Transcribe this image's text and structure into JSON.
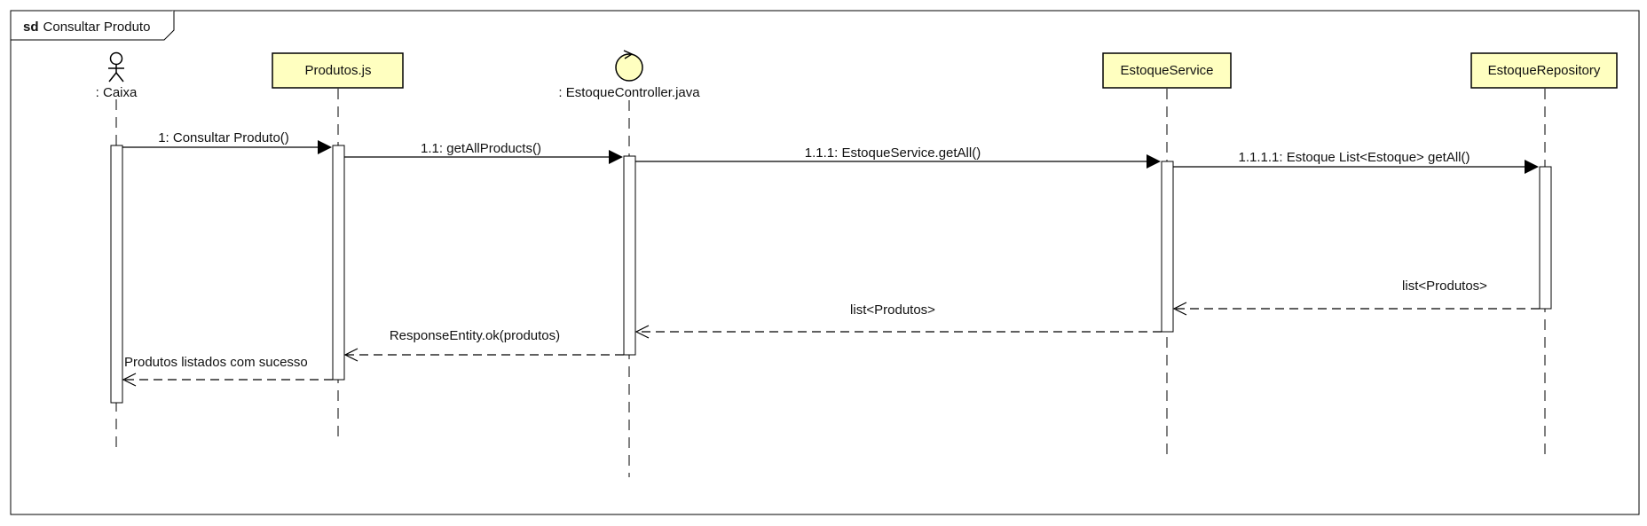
{
  "frame": {
    "kind": "sd",
    "title": "Consultar Produto"
  },
  "participants": [
    {
      "id": "caixa",
      "type": "actor",
      "label": ": Caixa"
    },
    {
      "id": "produtos",
      "type": "box",
      "label": "Produtos.js"
    },
    {
      "id": "controller",
      "type": "control",
      "label": ": EstoqueController.java"
    },
    {
      "id": "service",
      "type": "box",
      "label": "EstoqueService"
    },
    {
      "id": "repository",
      "type": "box",
      "label": "EstoqueRepository"
    }
  ],
  "messages": [
    {
      "from": "caixa",
      "to": "produtos",
      "kind": "sync",
      "label": "1: Consultar Produto()"
    },
    {
      "from": "produtos",
      "to": "controller",
      "kind": "sync",
      "label": "1.1: getAllProducts()"
    },
    {
      "from": "controller",
      "to": "service",
      "kind": "sync",
      "label": "1.1.1: EstoqueService.getAll()"
    },
    {
      "from": "service",
      "to": "repository",
      "kind": "sync",
      "label": "1.1.1.1: Estoque List<Estoque> getAll()"
    },
    {
      "from": "repository",
      "to": "service",
      "kind": "return",
      "label": "list<Produtos>"
    },
    {
      "from": "service",
      "to": "controller",
      "kind": "return",
      "label": "list<Produtos>"
    },
    {
      "from": "controller",
      "to": "produtos",
      "kind": "return",
      "label": "ResponseEntity.ok(produtos)"
    },
    {
      "from": "produtos",
      "to": "caixa",
      "kind": "return",
      "label": "Produtos listados com sucesso"
    }
  ],
  "colors": {
    "participant_fill": "#ffffc0",
    "stroke": "#000000",
    "background": "#ffffff"
  }
}
